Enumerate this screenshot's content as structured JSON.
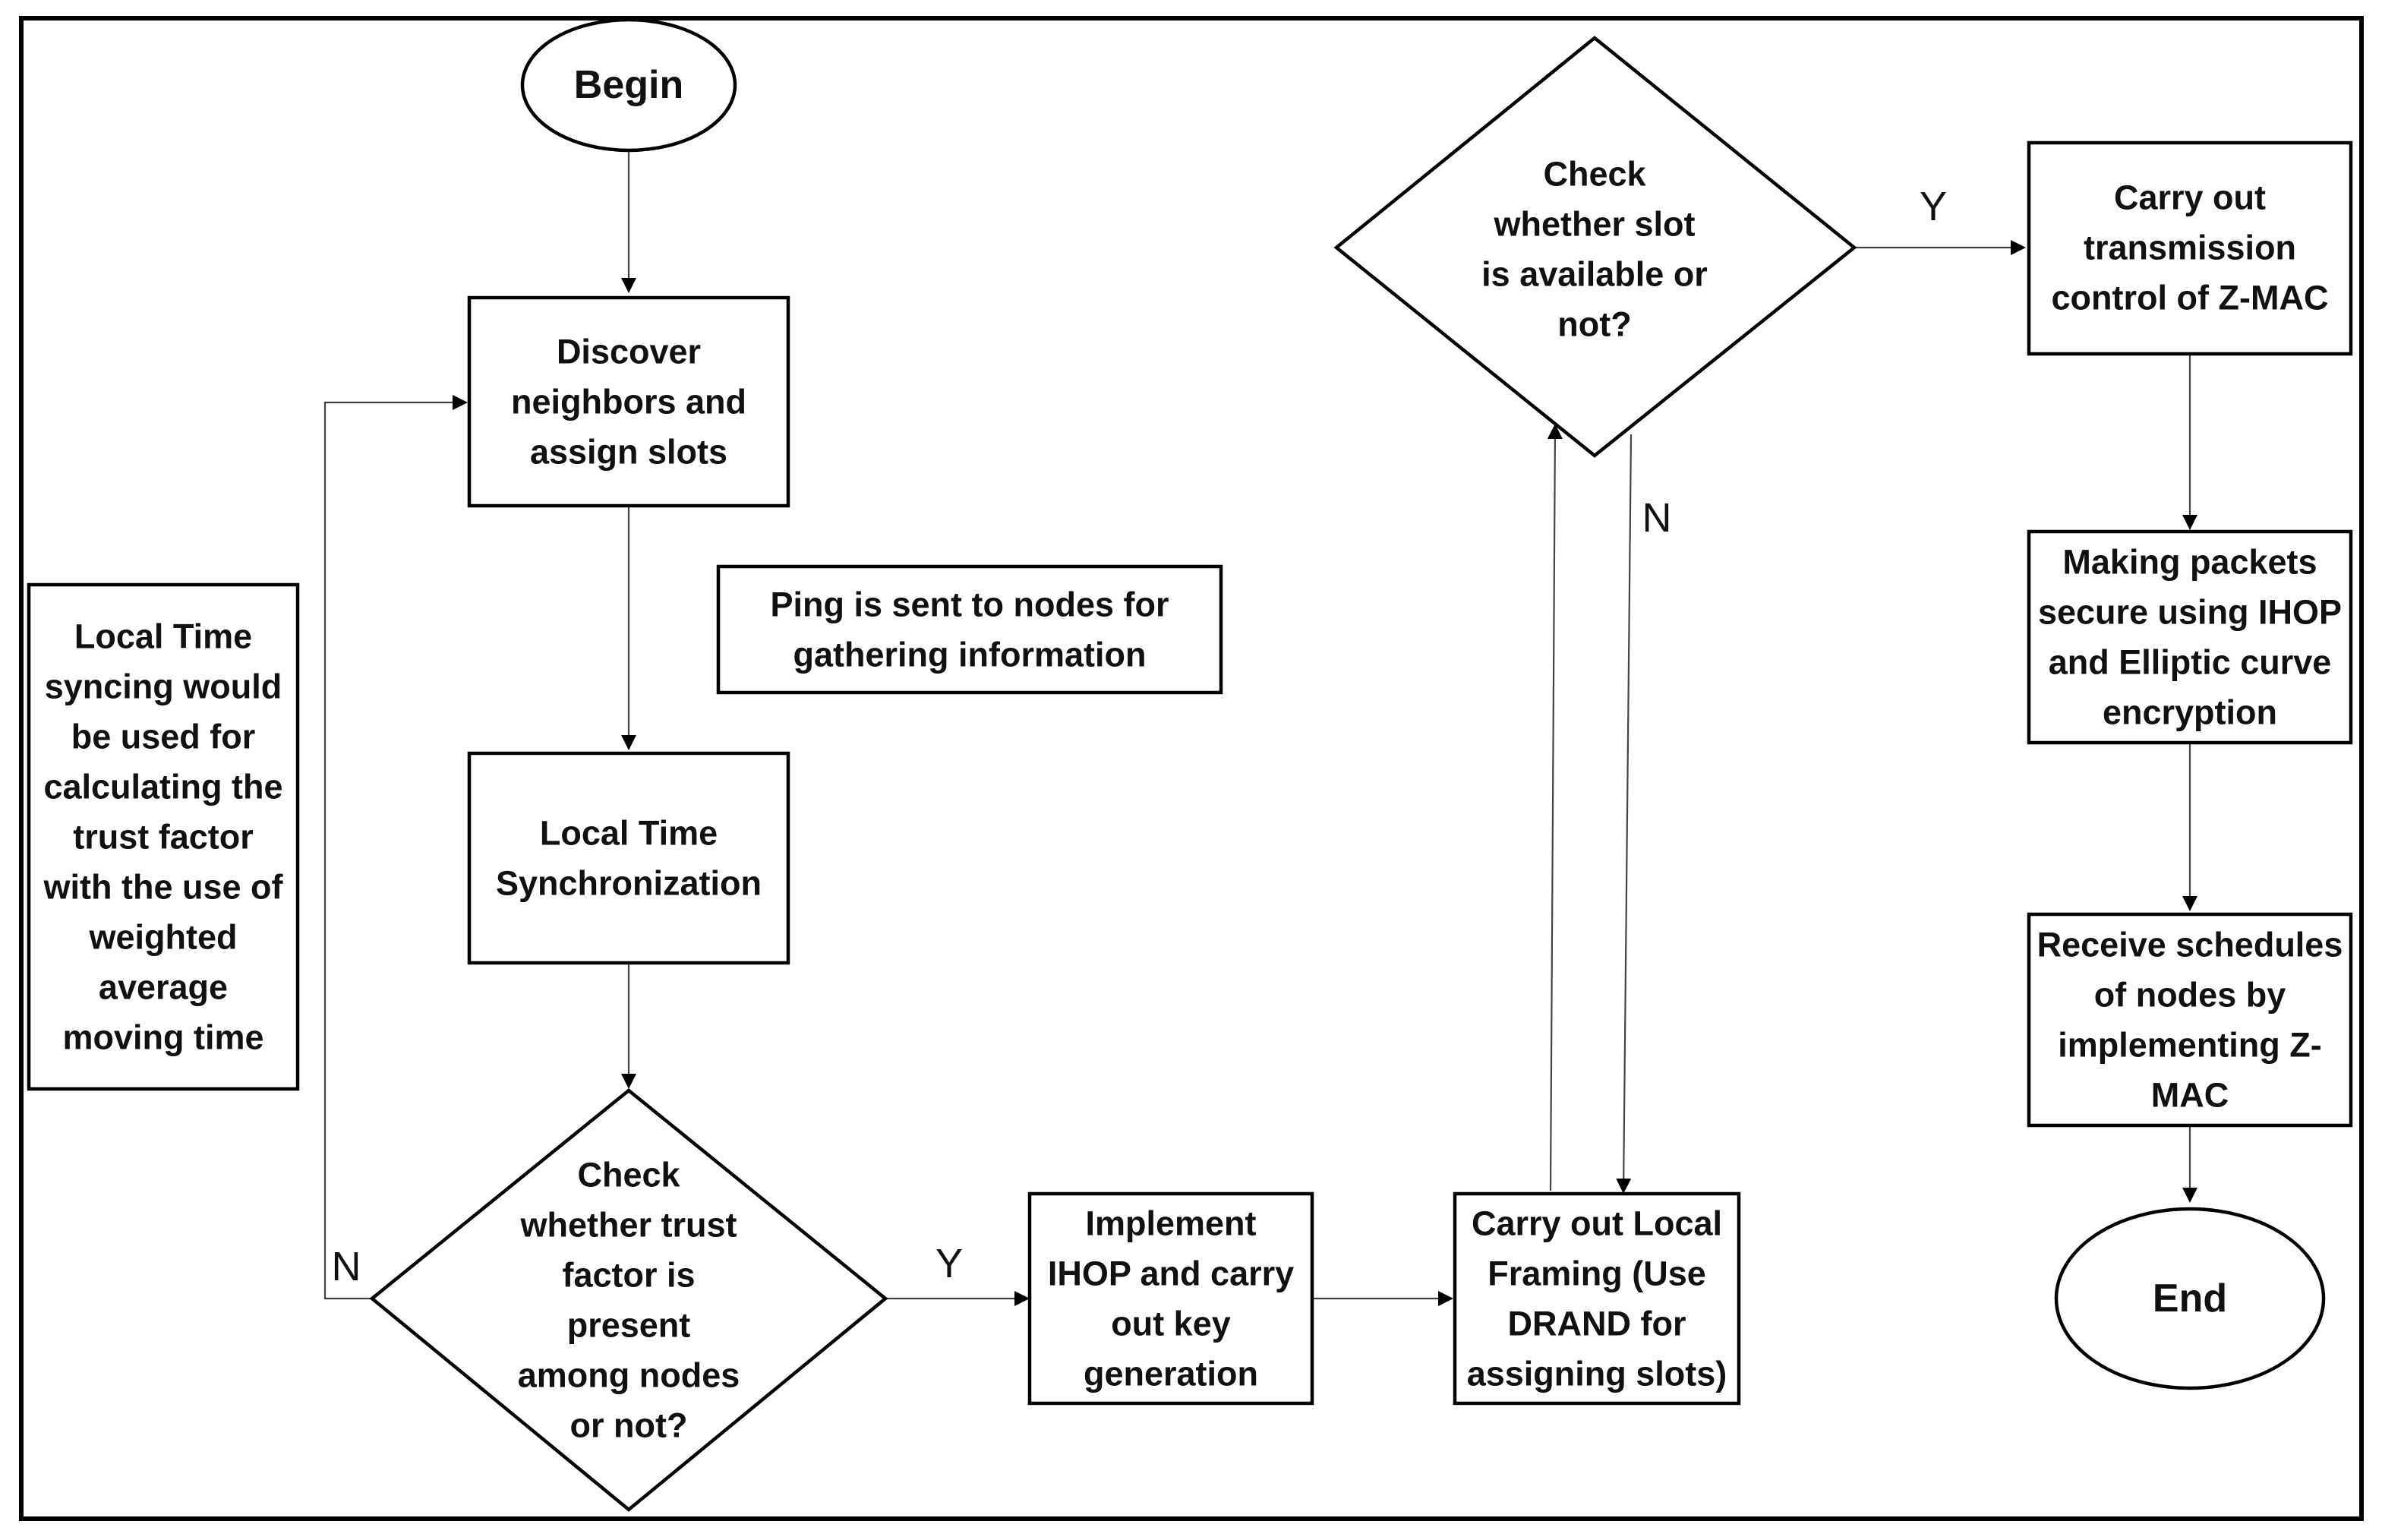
{
  "nodes": {
    "begin": [
      "Begin"
    ],
    "discover": [
      "Discover",
      "neighbors and",
      "assign slots"
    ],
    "ping_note": [
      "Ping is sent to nodes for",
      "gathering information"
    ],
    "local_time_note": [
      "Local Time",
      "syncing would",
      "be used for",
      "calculating the",
      "trust factor",
      "with the use of",
      "weighted",
      "average",
      "moving time"
    ],
    "local_sync": [
      "Local Time",
      "Synchronization"
    ],
    "check_trust": [
      "Check",
      "whether trust",
      "factor is",
      "present",
      "among nodes",
      "or not?"
    ],
    "implement_ihop": [
      "Implement",
      "IHOP and carry",
      "out key",
      "generation"
    ],
    "local_framing": [
      "Carry out Local",
      "Framing (Use",
      "DRAND for",
      "assigning slots)"
    ],
    "check_slot": [
      "Check",
      "whether slot",
      "is available or",
      "not?"
    ],
    "transmission": [
      "Carry out",
      "transmission",
      "control of Z-MAC"
    ],
    "secure_packets": [
      "Making packets",
      "secure using IHOP",
      "and Elliptic curve",
      "encryption"
    ],
    "receive_schedules": [
      "Receive schedules",
      "of nodes by",
      "implementing Z-",
      "MAC"
    ],
    "end": [
      "End"
    ]
  },
  "edge_labels": {
    "trust_no": "N",
    "trust_yes": "Y",
    "slot_yes": "Y",
    "slot_no": "N"
  }
}
